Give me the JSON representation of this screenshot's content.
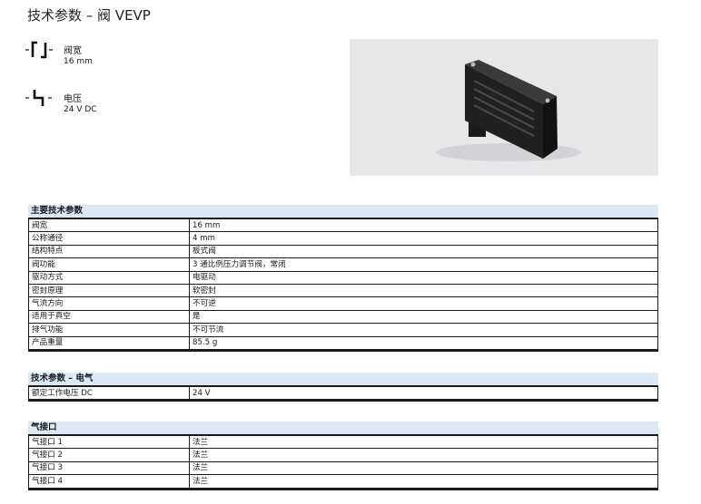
{
  "title": "技术参数 – 阀 VEVP",
  "specs": [
    {
      "label": "阀宽",
      "value": "16 mm",
      "icon": "valve-width-icon"
    },
    {
      "label": "电压",
      "value": "24 V DC",
      "icon": "voltage-icon"
    }
  ],
  "sections": [
    {
      "heading": "主要技术参数",
      "rows": [
        [
          "阀宽",
          "16 mm"
        ],
        [
          "公称通径",
          "4 mm"
        ],
        [
          "结构特点",
          "板式阀"
        ],
        [
          "阀功能",
          "3 通比例压力调节阀，常闭"
        ],
        [
          "驱动方式",
          "电驱动"
        ],
        [
          "密封原理",
          "软密封"
        ],
        [
          "气流方向",
          "不可逆"
        ],
        [
          "适用于真空",
          "是"
        ],
        [
          "排气功能",
          "不可节流"
        ],
        [
          "产品重量",
          "85.5 g"
        ]
      ]
    },
    {
      "heading": "技术参数 – 电气",
      "rows": [
        [
          "额定工作电压 DC",
          "24 V"
        ]
      ]
    },
    {
      "heading": "气接口",
      "rows": [
        [
          "气接口 1",
          "法兰"
        ],
        [
          "气接口 2",
          "法兰"
        ],
        [
          "气接口 3",
          "法兰"
        ],
        [
          "气接口 4",
          "法兰"
        ]
      ]
    }
  ]
}
